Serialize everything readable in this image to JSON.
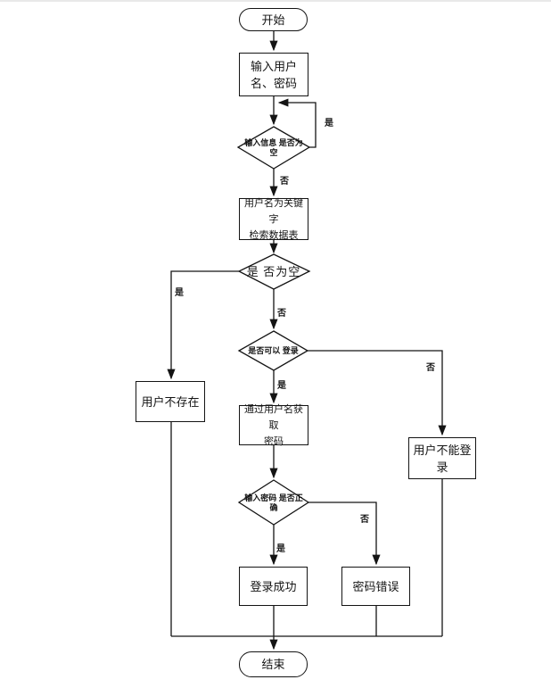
{
  "flowchart": {
    "nodes": {
      "start": {
        "type": "terminator",
        "label": "开始"
      },
      "input_credentials": {
        "type": "process",
        "label": "输入用户\n名、密码"
      },
      "check_input_empty": {
        "type": "decision",
        "label": "输入信息 是否为\n空"
      },
      "search_table": {
        "type": "process",
        "label": "用户名为关键字\n检索数据表"
      },
      "check_result_empty": {
        "type": "decision",
        "label": "是 否为空"
      },
      "user_not_exist": {
        "type": "process",
        "label": "用户不存在"
      },
      "check_can_login": {
        "type": "decision",
        "label": "是否可以 登录"
      },
      "get_password": {
        "type": "process",
        "label": "通过用户名获取\n密码"
      },
      "user_cannot_login": {
        "type": "process",
        "label": "用户不能登\n录"
      },
      "check_password": {
        "type": "decision",
        "label": "输入密码 是否正\n确"
      },
      "login_success": {
        "type": "process",
        "label": "登录成功"
      },
      "password_error": {
        "type": "process",
        "label": "密码错误"
      },
      "end": {
        "type": "terminator",
        "label": "结束"
      }
    },
    "edge_labels": {
      "input_empty_yes": "是",
      "input_empty_no": "否",
      "result_empty_yes": "是",
      "result_empty_no": "否",
      "can_login_no": "否",
      "can_login_yes": "是",
      "password_no": "否",
      "password_yes": "是"
    },
    "colors": {
      "line": "#141414",
      "node_fill": "#ffffff",
      "background": "#ffffff"
    }
  }
}
